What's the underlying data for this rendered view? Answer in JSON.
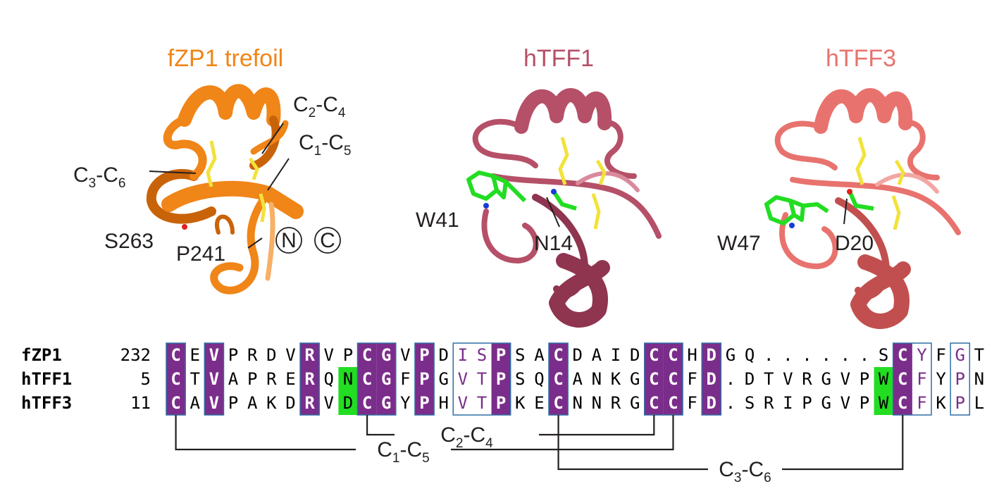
{
  "structures": [
    {
      "title": "fZP1 trefoil",
      "color": "#f08518",
      "dark": "#c9630a",
      "light": "#f7b066",
      "labels": {
        "bond_a": "C2-C4",
        "bond_b": "C1-C5",
        "bond_c": "C3-C6",
        "res1": "S263",
        "res2": "P241",
        "term_n": "N",
        "term_c": "C"
      }
    },
    {
      "title": "hTFF1",
      "color": "#b55068",
      "dark": "#8f3550",
      "light": "#d98a9c",
      "labels": {
        "res1": "W41",
        "res2": "N14"
      }
    },
    {
      "title": "hTFF3",
      "color": "#e8736e",
      "dark": "#c24f4f",
      "light": "#f2a7a3",
      "labels": {
        "res1": "W47",
        "res2": "D20"
      }
    }
  ],
  "alignment": {
    "rows": [
      {
        "name": "fZP1",
        "start": "232",
        "seq": "CEVPRDVRVPCGVPDISPSACDAIDCCHDGQ......SCYFGT"
      },
      {
        "name": "hTFF1",
        "start": "5",
        "seq": "CTVAPRERQNCGFPGVTPSQCANKGCCFD.DTVRGVPWCFYPN"
      },
      {
        "name": "hTFF3",
        "start": "11",
        "seq": "CAVPAKDRVDCGYPHVTPKECNNRGCCFD.SRIPGVPWCFKPL"
      }
    ],
    "conserved_columns": [
      0,
      2,
      7,
      10,
      11,
      13,
      17,
      20,
      25,
      26,
      28,
      38
    ],
    "similar_columns": [
      15,
      16,
      39,
      41
    ],
    "highlight_cells": [
      [
        1,
        9
      ],
      [
        2,
        9
      ],
      [
        1,
        37
      ],
      [
        2,
        37
      ]
    ],
    "boxed_groups": [
      [
        0,
        0
      ],
      [
        2,
        2
      ],
      [
        7,
        7
      ],
      [
        10,
        11
      ],
      [
        13,
        13
      ],
      [
        15,
        17
      ],
      [
        20,
        20
      ],
      [
        25,
        26
      ],
      [
        28,
        28
      ],
      [
        38,
        39
      ],
      [
        41,
        41
      ]
    ],
    "colors": {
      "conserved": "#7b2d8b",
      "similar_text": "#7b2d8b",
      "box": "#2f6fa6",
      "highlight": "#22dd22"
    }
  },
  "disulfides": [
    {
      "label": "C2-C4",
      "from_col": 10,
      "to_col": 25
    },
    {
      "label": "C1-C5",
      "from_col": 0,
      "to_col": 26
    },
    {
      "label": "C3-C6",
      "from_col": 20,
      "to_col": 38
    }
  ]
}
